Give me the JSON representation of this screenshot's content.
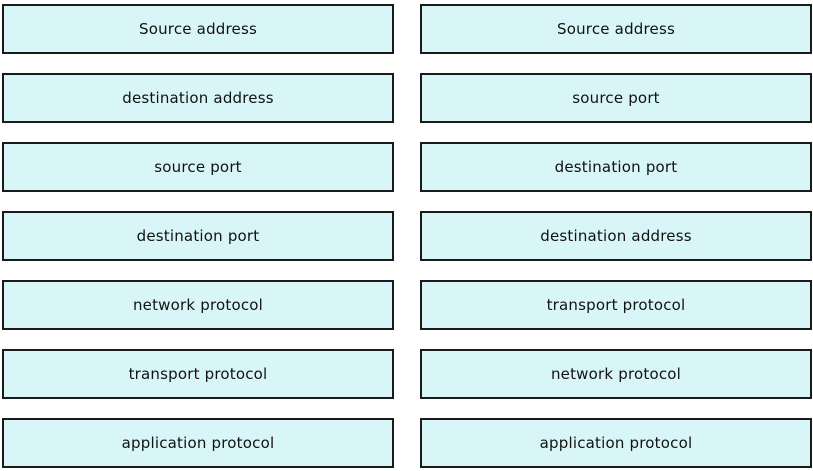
{
  "colors": {
    "page_background": "#ffffff",
    "box_fill": "#d8f5f7",
    "box_border": "#1a1a1a",
    "box_text": "#121212"
  },
  "left_column": {
    "items": [
      "Source address",
      "destination address",
      "source port",
      "destination port",
      "network protocol",
      "transport protocol",
      "application protocol"
    ]
  },
  "right_column": {
    "items": [
      "Source address",
      "source port",
      "destination port",
      "destination address",
      "transport protocol",
      "network protocol",
      "application protocol"
    ]
  }
}
